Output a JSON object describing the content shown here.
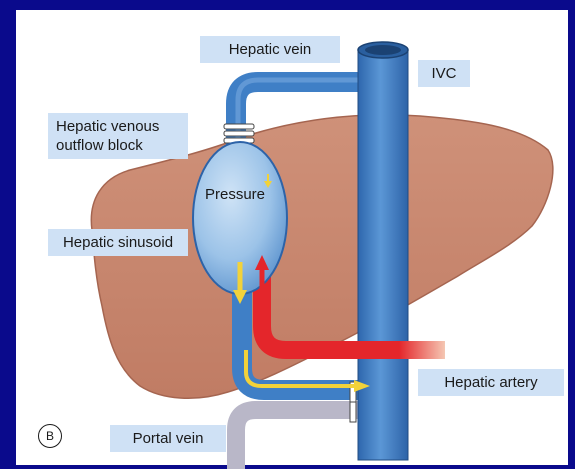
{
  "labels": {
    "hepatic_vein": "Hepatic vein",
    "ivc": "IVC",
    "outflow_block_line1": "Hepatic venous",
    "outflow_block_line2": "outflow block",
    "pressure": "Pressure",
    "hepatic_sinusoid": "Hepatic sinusoid",
    "hepatic_artery": "Hepatic artery",
    "portal_vein": "Portal vein",
    "panel_letter": "B"
  },
  "colors": {
    "background_frame": "#0a0a8c",
    "label_fill": "#cfe1f5",
    "liver": "#c98a73",
    "vessel_blue": "#3f7fc6",
    "sinusoid_blue": "#9cc3e8",
    "artery_red": "#e4262b",
    "portal_grey": "#b9b7c8",
    "arrow_yellow": "#f2d23a"
  }
}
